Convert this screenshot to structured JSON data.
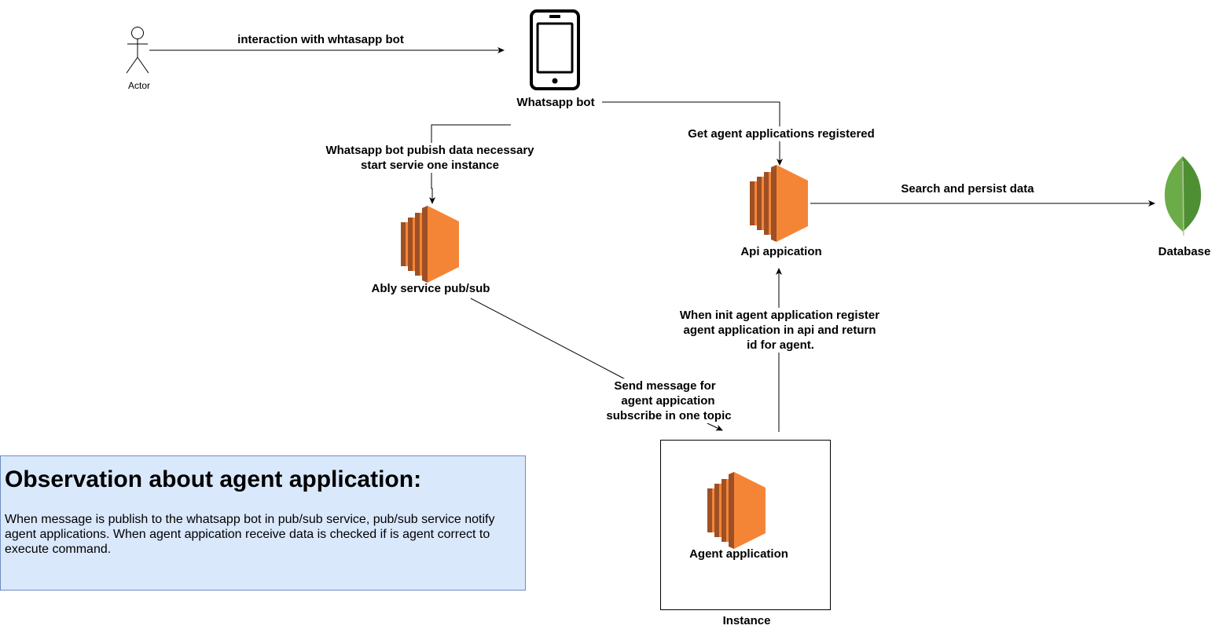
{
  "nodes": {
    "actor": "Actor",
    "whatsapp_bot": "Whatsapp bot",
    "ably_service": "Ably service pub/sub",
    "api_application": "Api appication",
    "database": "Database",
    "agent_application": "Agent application",
    "instance": "Instance"
  },
  "edges": {
    "actor_to_bot": "interaction with whtasapp bot",
    "bot_to_ably_line1": "Whatsapp bot pubish data necessary",
    "bot_to_ably_line2": "start servie one instance",
    "bot_to_api": "Get agent applications registered",
    "api_to_db": "Search and persist data",
    "ably_to_agent_line1": "Send message for",
    "ably_to_agent_line2": "agent appication",
    "ably_to_agent_line3": "subscribe in one topic",
    "agent_to_api_line1": "When init agent application register",
    "agent_to_api_line2": "agent application in api and return",
    "agent_to_api_line3": "id for agent."
  },
  "note": {
    "title": "Observation about agent application:",
    "body": "When message is publish to the whatsapp bot in pub/sub service, pub/sub service notify agent applications. When agent appication receive data is checked if is agent correct to execute command."
  },
  "icons": {
    "actor": "stick-figure-icon",
    "whatsapp_bot": "mobile-phone-icon",
    "ably_service": "aws-ec2-icon",
    "api_application": "aws-ec2-icon",
    "agent_application": "aws-ec2-icon",
    "database": "mongodb-leaf-icon"
  },
  "colors": {
    "ec2_orange": "#f58536",
    "ec2_dark": "#9d5025",
    "ec2_mid": "#d86613",
    "note_fill": "#dae8fc",
    "note_border": "#6c8ebf",
    "leaf_green": "#6cac48",
    "leaf_dark": "#4f8f33"
  }
}
